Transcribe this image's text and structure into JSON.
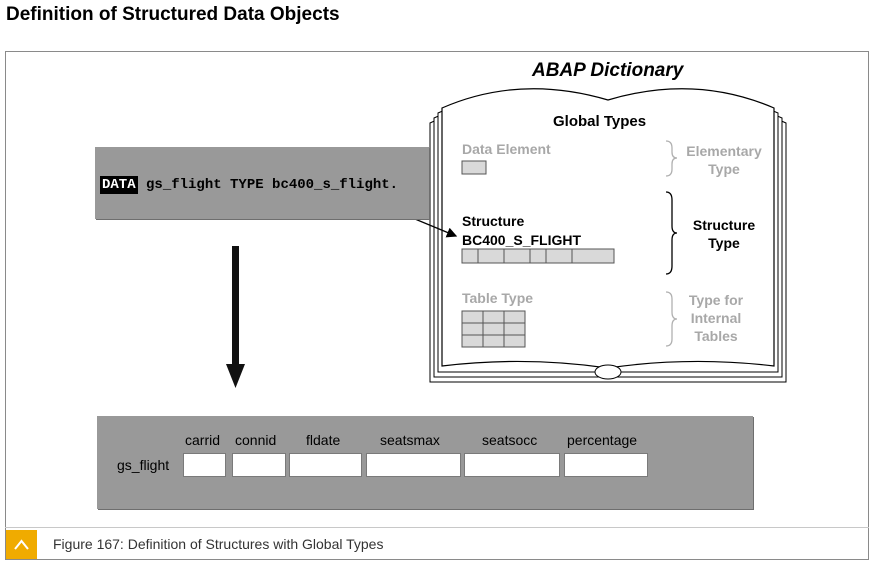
{
  "page_title": "Definition of Structured Data Objects",
  "book": {
    "title": "ABAP Dictionary",
    "heading": "Global Types",
    "data_element": {
      "label": "Data Element",
      "kind_line1": "Elementary",
      "kind_line2": "Type"
    },
    "structure": {
      "label": "Structure",
      "name": "BC400_S_FLIGHT",
      "kind_line1": "Structure",
      "kind_line2": "Type"
    },
    "table_type": {
      "label": "Table Type",
      "kind_line1": "Type for",
      "kind_line2": "Internal",
      "kind_line3": "Tables"
    }
  },
  "code": {
    "keyword": "DATA",
    "statement": "gs_flight TYPE bc400_s_flight."
  },
  "structure_var": {
    "name": "gs_flight",
    "fields": [
      "carrid",
      "connid",
      "fldate",
      "seatsmax",
      "seatsocc",
      "percentage"
    ]
  },
  "caption": "Figure 167: Definition of Structures with Global Types",
  "colors": {
    "accent": "#f0ab00",
    "box_gray": "#999999",
    "faded_text": "#a8a8a8"
  }
}
